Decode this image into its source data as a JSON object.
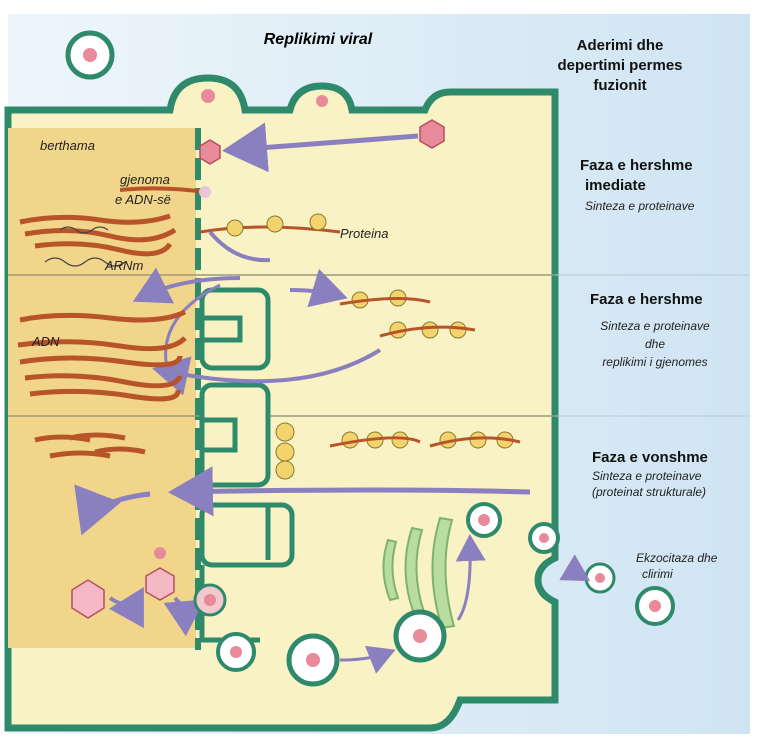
{
  "title": "Replikimi viral",
  "phases": [
    {
      "heading": "Aderimi dhe depertimi permes fuzionit",
      "lines": [
        "Aderimi dhe",
        "depertimi permes",
        "fuzionit"
      ],
      "sub": []
    },
    {
      "heading": "Faza e hershme imediate",
      "lines": [
        "Faza e hershme",
        "imediate"
      ],
      "sub": [
        "Sinteza e proteinave"
      ]
    },
    {
      "heading": "Faza e hershme",
      "lines": [
        "Faza e hershme"
      ],
      "sub": [
        "Sinteza e proteinave",
        "dhe",
        "replikimi i gjenomes"
      ]
    },
    {
      "heading": "Faza e vonshme",
      "lines": [
        "Faza e vonshme"
      ],
      "sub": [
        "Sinteza e proteinave",
        "(proteinat strukturale)"
      ]
    }
  ],
  "labels": {
    "nucleus": "berthama",
    "genome": "gjenoma",
    "dna_genome": "e ADN-së",
    "protein": "Proteina",
    "mrna": "ARNm",
    "dna": "ADN",
    "exocytosis_1": "Ekzocitaza dhe",
    "exocytosis_2": "clirimi"
  },
  "colors": {
    "cytoplasm": "#f8f2c4",
    "nucleus": "#f1d58a",
    "membrane": "#2f8a6c",
    "side_panel": "#d9ecf6",
    "virus_core": "#e88a9a",
    "arrow": "#8a7fbf",
    "dna_strand": "#b8542a"
  },
  "icons": [
    "virus-particle-icon",
    "ribosome-icon",
    "arrow-icon",
    "golgi-icon"
  ]
}
